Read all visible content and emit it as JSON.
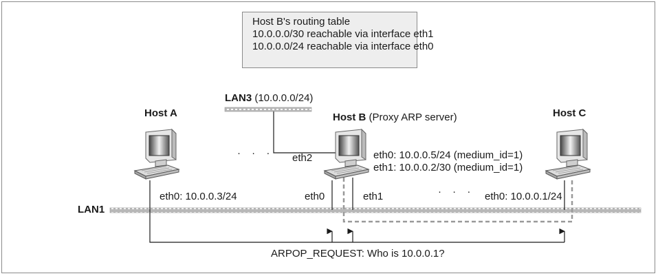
{
  "routing_table": {
    "title": "Host B's routing table",
    "line1": "10.0.0.0/30 reachable via interface eth1",
    "line2": "10.0.0.0/24 reachable via interface eth0"
  },
  "lan3": {
    "name": "LAN3",
    "subnet": "(10.0.0.0/24)"
  },
  "lan1": {
    "name": "LAN1"
  },
  "host_a": {
    "name": "Host A",
    "eth0": "eth0: 10.0.0.3/24"
  },
  "host_b": {
    "name": "Host B",
    "role": "(Proxy ARP server)",
    "eth2": "eth2",
    "eth0_info": "eth0: 10.0.0.5/24 (medium_id=1)",
    "eth1_info": "eth1: 10.0.0.2/30 (medium_id=1)",
    "eth0": "eth0",
    "eth1": "eth1"
  },
  "host_c": {
    "name": "Host C",
    "eth0": "eth0: 10.0.0.1/24"
  },
  "ellipsis": "· · ·",
  "arp_request": "ARPOP_REQUEST: Who is 10.0.0.1?"
}
